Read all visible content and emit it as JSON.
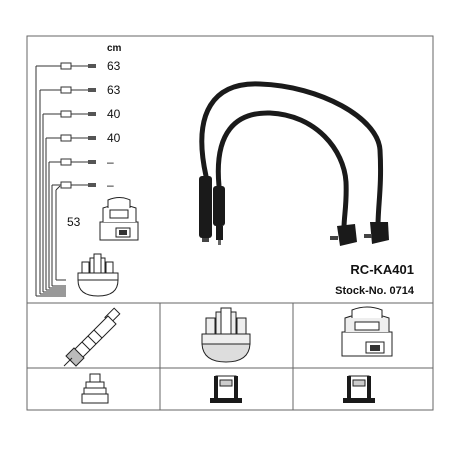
{
  "header": {
    "unit_label": "cm"
  },
  "leads": [
    {
      "length": "63"
    },
    {
      "length": "63"
    },
    {
      "length": "40"
    },
    {
      "length": "40"
    },
    {
      "length": "–"
    },
    {
      "length": "–"
    },
    {
      "length": "53"
    }
  ],
  "product": {
    "code": "RC-KA401",
    "stock_label": "Stock-No. 0714"
  },
  "colors": {
    "ink": "#111111",
    "frame": "#666666",
    "cable": "#1a1a1a"
  },
  "icons": [
    "spark-plug-icon",
    "distributor-cap-icon",
    "ignition-coil-icon",
    "plug-terminal-icon",
    "cap-terminal-icon",
    "coil-terminal-icon"
  ]
}
